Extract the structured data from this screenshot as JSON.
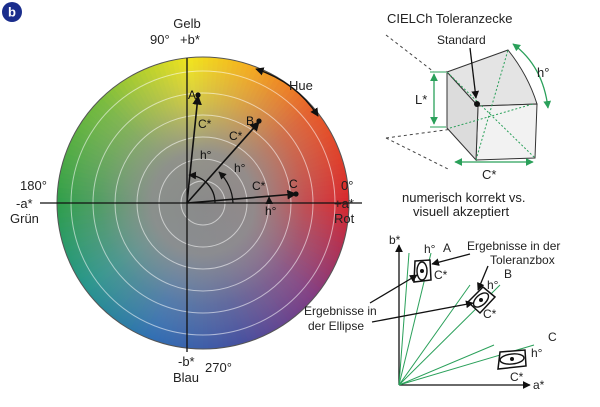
{
  "badge": "b",
  "wheel": {
    "top_name": "Gelb",
    "top_angle": "90°",
    "top_axis": "+b*",
    "left_angle": "180°",
    "left_axis": "-a*",
    "left_name": "Grün",
    "right_angle": "0°",
    "right_axis": "+a*",
    "right_name": "Rot",
    "bottom_axis": "-b*",
    "bottom_name": "Blau",
    "bottom_angle": "270°",
    "hue_label": "Hue",
    "point_a": "A",
    "point_b": "B",
    "point_c": "C",
    "chroma_a": "C*",
    "chroma_b": "C*",
    "chroma_c": "C*",
    "hue_a": "h°",
    "hue_b": "h°",
    "hue_c": "h°"
  },
  "box": {
    "title": "CIELCh Toleranzecke",
    "standard": "Standard",
    "l_label": "L*",
    "h_label": "h°",
    "c_label": "C*",
    "caption_line1": "numerisch korrekt vs.",
    "caption_line2": "visuell akzeptiert"
  },
  "ellipse_diagram": {
    "b_axis": "b*",
    "a_axis": "a*",
    "label_a": "A",
    "label_b": "B",
    "label_c": "C",
    "h_a": "h°",
    "c_a": "C*",
    "h_b": "h°",
    "c_b": "C*",
    "h_c": "h°",
    "c_c": "C*",
    "box_results_1": "Ergebnisse in der",
    "box_results_2": "Toleranzbox",
    "ellipse_results_1": "Ergebnisse in",
    "ellipse_results_2": "der Ellipse"
  },
  "colors": {
    "badge": "#1a2d8c",
    "green_line": "#2aa05a",
    "red": "#d8262c",
    "yellow": "#f2e41c",
    "green": "#2e9e4a",
    "blue": "#2f5fae"
  }
}
